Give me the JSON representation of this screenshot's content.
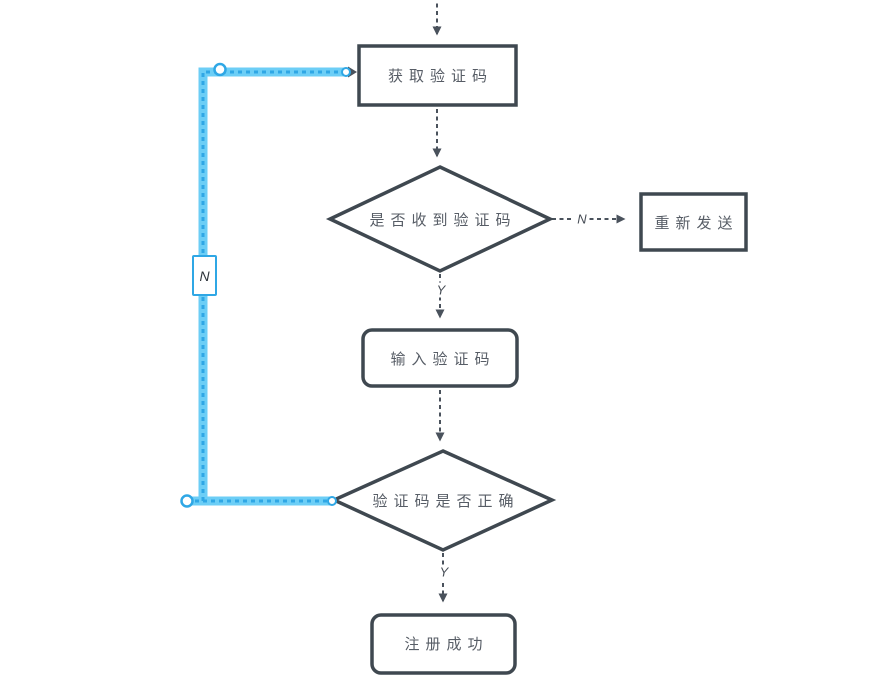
{
  "palette": {
    "canvas_bg": "#ffffff",
    "node_fill": "#ffffff",
    "node_border": "#3F4850",
    "node_text": "#575D66",
    "connector": "#4A525C",
    "branch_text": "#464C55",
    "selection_highlight": "#6CCEF6",
    "selection_dash": "#2FA7E5",
    "handle_border": "#2FA7E5",
    "handle_fill": "#ffffff"
  },
  "nodes": [
    {
      "id": "get-code",
      "type": "rectangle",
      "label": "获取验证码"
    },
    {
      "id": "received",
      "type": "decision-diamond",
      "label": "是否收到验证码"
    },
    {
      "id": "resend",
      "type": "rectangle",
      "label": "重新发送"
    },
    {
      "id": "input-code",
      "type": "rounded-rectangle",
      "label": "输入验证码"
    },
    {
      "id": "correct",
      "type": "decision-diamond",
      "label": "验证码是否正确"
    },
    {
      "id": "success",
      "type": "rounded-rectangle",
      "label": "注册成功"
    }
  ],
  "edge_labels": {
    "received_no": "N",
    "received_yes": "Y",
    "correct_yes": "Y",
    "correct_no": "N"
  }
}
